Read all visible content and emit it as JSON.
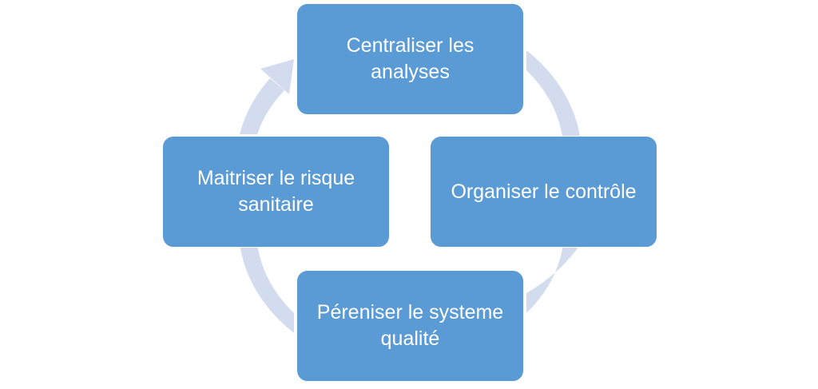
{
  "diagram": {
    "type": "cycle",
    "colors": {
      "node_fill": "#5b9bd5",
      "node_text": "#ffffff",
      "arrow_fill": "#d3dcee"
    },
    "nodes": [
      {
        "id": "top",
        "label": "Centraliser les analyses"
      },
      {
        "id": "right",
        "label": "Organiser le contrôle"
      },
      {
        "id": "bottom",
        "label": "Péreniser le systeme qualité"
      },
      {
        "id": "left",
        "label": "Maitriser le risque sanitaire"
      }
    ],
    "flow_direction": "clockwise"
  }
}
